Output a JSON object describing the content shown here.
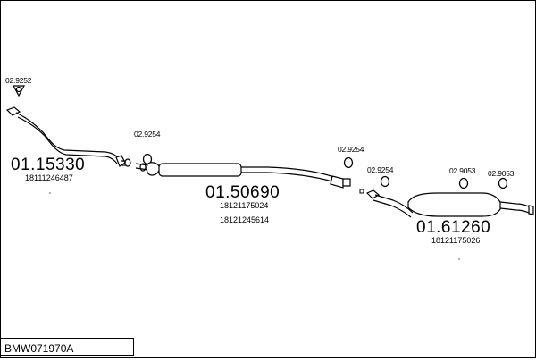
{
  "labels": {
    "part1_number": "01.15330",
    "part1_oem": "18111246487",
    "part2_number": "01.50690",
    "part2_oem1": "18121175024",
    "part2_oem2": "18121245614",
    "part3_number": "01.61260",
    "part3_oem": "18121175026",
    "gasket_top": "02.9252",
    "clamp_1": "02.9254",
    "clamp_2": "02.9254",
    "clamp_3": "02.9254",
    "hanger_1": "02.9053",
    "hanger_2": "02.9053"
  },
  "title": "BMW071970A",
  "colors": {
    "stroke": "#000000",
    "fill": "#ffffff"
  }
}
